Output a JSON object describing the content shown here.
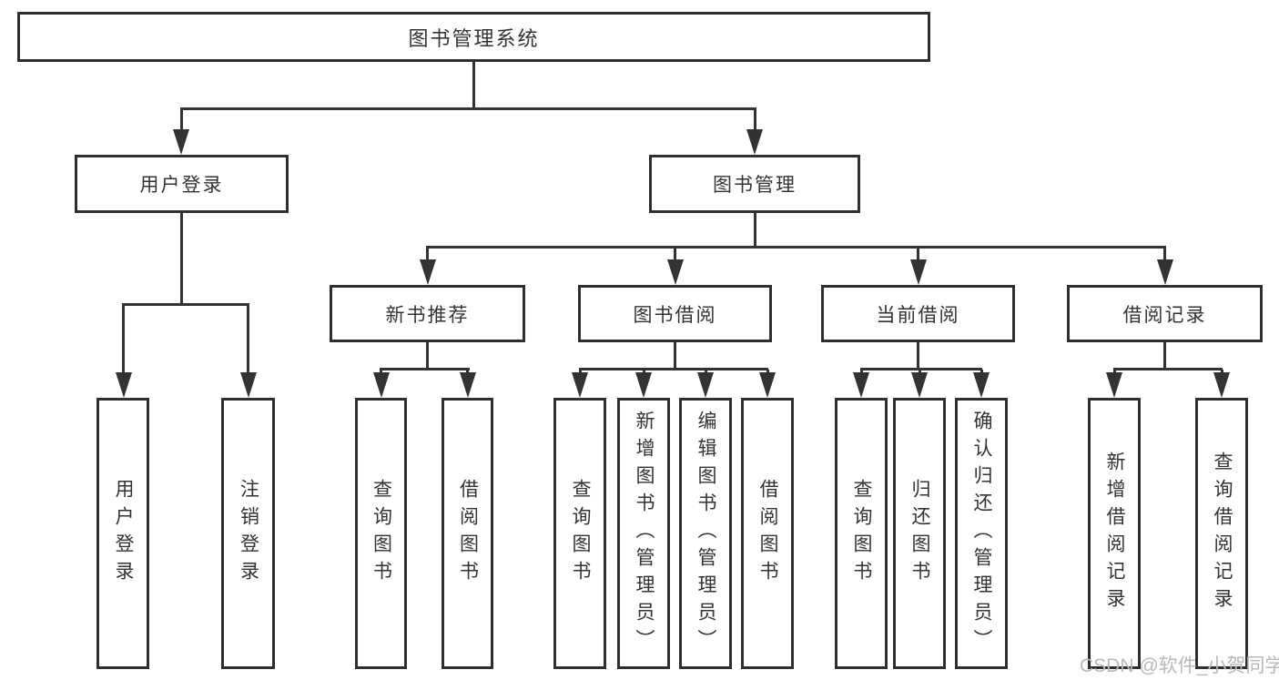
{
  "diagram": {
    "title": "图书管理系统",
    "level2": {
      "user_login": "用户登录",
      "book_mgmt": "图书管理"
    },
    "level3": {
      "new_book": "新书推荐",
      "book_borrow": "图书借阅",
      "current_borrow": "当前借阅",
      "borrow_record": "借阅记录"
    },
    "leaves": {
      "a1": "用户登录",
      "a2": "注销登录",
      "b1": "查询图书",
      "b2": "借阅图书",
      "c1": "查询图书",
      "c2": "新增图书（管理员）",
      "c3": "编辑图书（管理员）",
      "c4": "借阅图书",
      "d1": "查询图书",
      "d2": "归还图书",
      "d3": "确认归还（管理员）",
      "e1": "新增借阅记录",
      "e2": "查询借阅记录"
    }
  },
  "watermark": "CSDN @软件_小贺同学",
  "colors": {
    "line": "#333333",
    "border": "#2f2f2f",
    "text": "#333333",
    "box_background": "#ffffff",
    "watermark": "#b9b9b9"
  }
}
